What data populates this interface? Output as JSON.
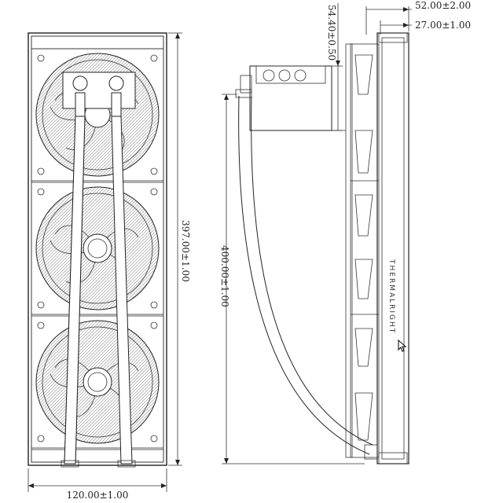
{
  "drawing": {
    "brand_text": "THERMALRIGHT",
    "dimensions": {
      "radiator_width": "120.00±1.00",
      "radiator_length": "397.00±1.00",
      "tube_length": "400.00±1.00",
      "pump_height": "54.40±0.50",
      "total_thickness": "52.00±2.00",
      "radiator_thickness": "27.00±1.00"
    }
  },
  "colors": {
    "line": "#222222",
    "background": "#ffffff"
  }
}
